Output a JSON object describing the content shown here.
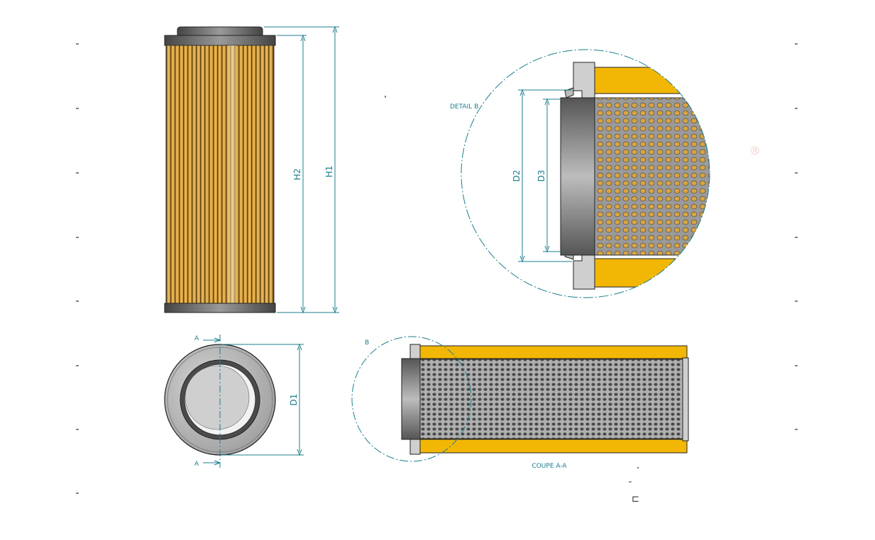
{
  "colors": {
    "dimension": "#1e7e8e",
    "filter_media": "#d9a441",
    "end_cap_steel": "#8a8a8a",
    "yellow_body": "#f2b705",
    "outline": "#222222"
  },
  "views": {
    "front": {
      "dimensions": {
        "h1": "H1",
        "h2": "H2"
      }
    },
    "end": {
      "section_markers": [
        "A",
        "A"
      ],
      "dimensions": {
        "d1": "D1"
      }
    },
    "section": {
      "caption": "COUPE A-A",
      "detail_marker": "B"
    },
    "detail": {
      "caption": "DETAIL B",
      "dimensions": {
        "d2": "D2",
        "d3": "D3"
      }
    }
  },
  "misc": {
    "registered_mark": "®",
    "symbol": "⊏"
  }
}
